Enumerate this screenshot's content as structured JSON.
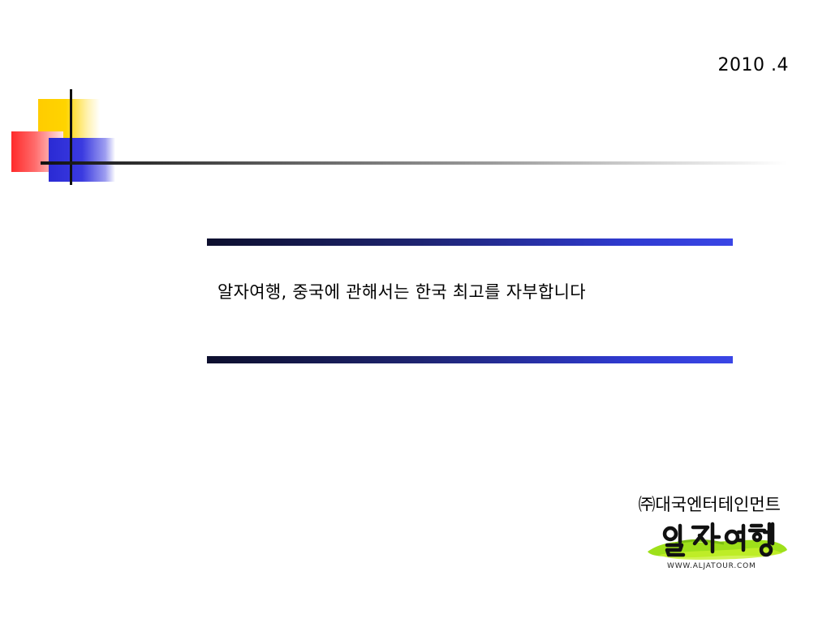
{
  "slide": {
    "date": "2010 .4",
    "tagline": "알자여행, 중국에 관해서는 한국 최고를 자부합니다",
    "company": "㈜대국엔터테인먼트",
    "logo": {
      "wordmark": "알자여행",
      "url": "WWW.ALJATOUR.COM"
    }
  },
  "colors": {
    "accent_yellow": "#ffcc00",
    "accent_red": "#ff2a2a",
    "accent_blue": "#2a2ad4",
    "bar_dark": "#0d0f2e",
    "bar_light": "#3a46e6",
    "logo_green": "#9ee01a"
  }
}
